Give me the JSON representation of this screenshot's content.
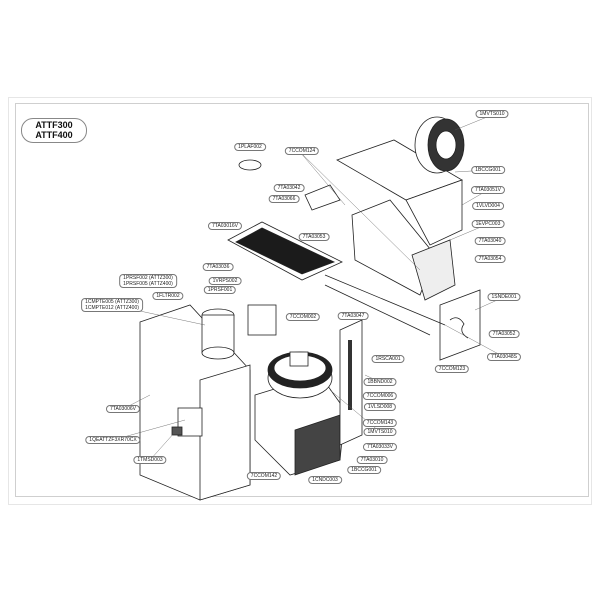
{
  "title": {
    "line1": "ATTF300",
    "line2": "ATTF400"
  },
  "labels": {
    "plaf002": "1PLAF002",
    "ccom124": "7CCOM124",
    "ta03042": "7TA03042",
    "ta03066": "7TA03066",
    "ta03016v": "7TA03016V",
    "ta03053": "7TA03053",
    "ta03036": "7TA03036",
    "vrps002": "1VRPS002",
    "prsf001": "1PRSF001",
    "prsf002": "1PRSF002 (ATTZ300)",
    "prsf005": "1PRSF005 (ATTZ400)",
    "fltr002": "1FLTR002",
    "cmpte005": "1CMPTE005 (ATTZ300)",
    "cmpte012": "1CMPTE012 (ATTZ400)",
    "ccom002": "7CCOM002",
    "ta03047": "7TA03047",
    "mvts010_top": "1MVTS010",
    "bccg001_top": "1BCCG001",
    "ta03051v": "7TA03051V",
    "vlvd004": "1VLVD004",
    "evpc003": "1EVPC003",
    "ta03040": "7TA03040",
    "ta03054": "7TA03054",
    "snde001": "1SNDE001",
    "ta03052": "7TA03052",
    "ta03048s": "7TA03048S",
    "rsca001": "1RSCA001",
    "ccom123": "7CCOM123",
    "bbnd002": "1BBND002",
    "ccom006": "7CCOM006",
    "vlsd008": "1VLSD008",
    "ccom143": "7CCOM143",
    "mvts010_bottom": "1MVTS010",
    "ta03033v": "7TA03033V",
    "ta03010": "7TA03010",
    "bccg001_bottom": "1BCCG001",
    "cndc003": "1CNDC003",
    "ccom142": "7CCOM142",
    "ta03006v": "7TA03006V",
    "qeattzf": "1QEATTZF3XR70CX",
    "tmsd003": "1TMSD003"
  }
}
